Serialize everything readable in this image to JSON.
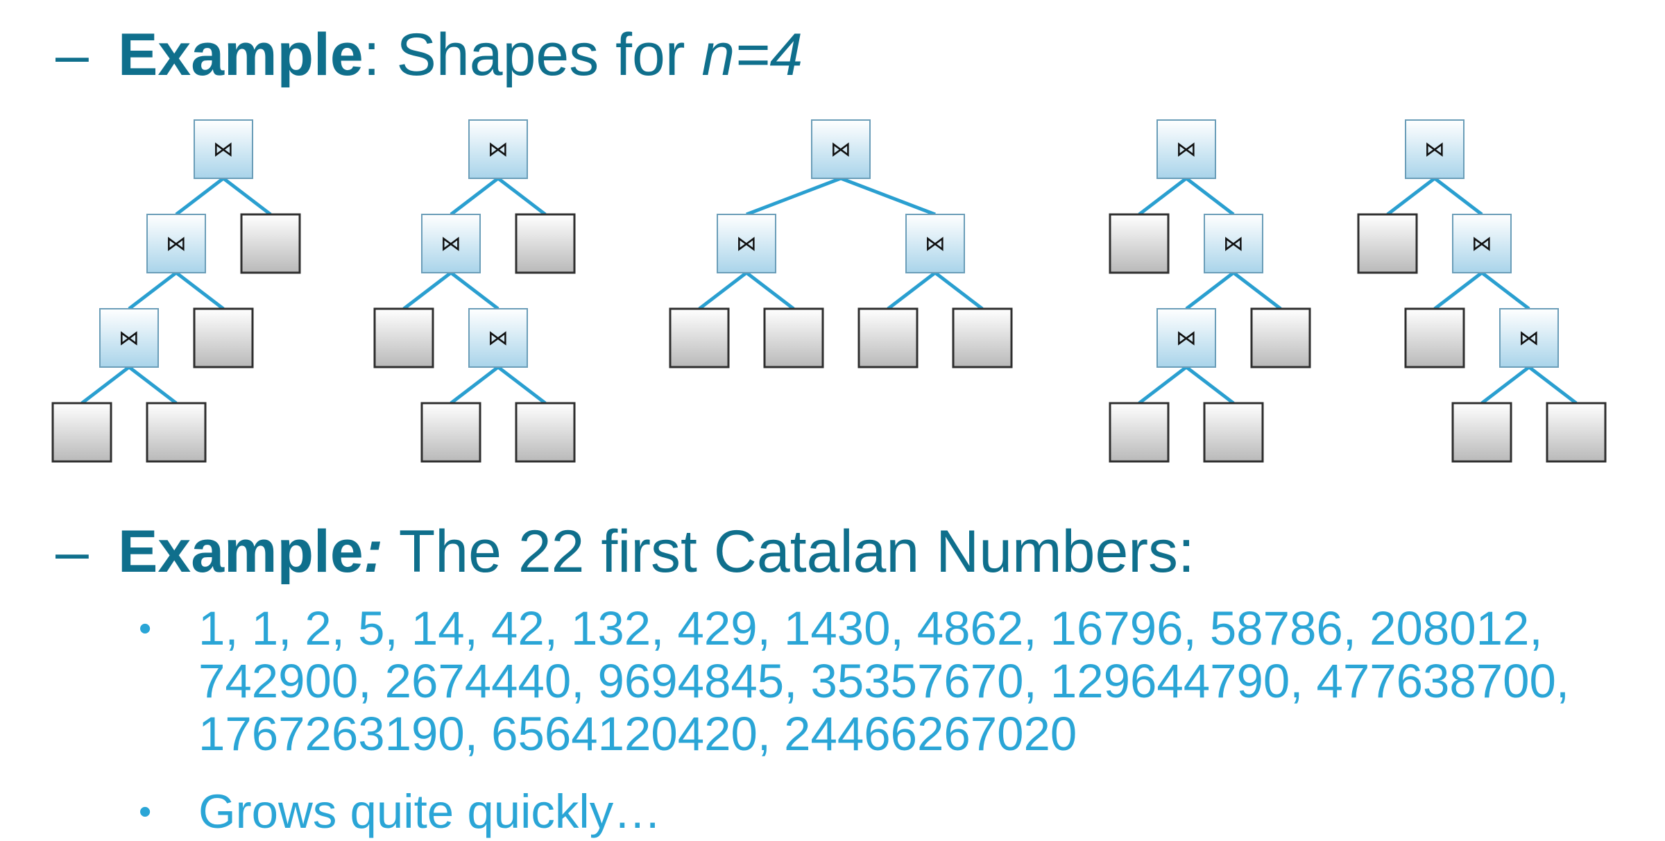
{
  "heading1": {
    "dash": "–",
    "bold": "Example",
    "sep": ": ",
    "text": "Shapes for ",
    "italic": "n=4"
  },
  "heading2": {
    "dash": "–",
    "bold": "Example",
    "sep": ":",
    "text": " The 22 first Catalan Numbers:"
  },
  "bullets": [
    {
      "marker": "•",
      "text": "1, 1, 2, 5, 14, 42, 132, 429, 1430, 4862, 16796, 58786, 208012, 742900, 2674440, 9694845, 35357670, 129644790, 477638700, 1767263190, 6564120420, 24466267020"
    },
    {
      "marker": "•",
      "text": "Grows quite quickly…"
    }
  ],
  "join_symbol": "⋈",
  "colors": {
    "heading": "#0f6f8c",
    "bullet_text": "#2aa5d6",
    "edge": "#2a9fd0",
    "join_fill_top": "#ffffff",
    "join_fill_bottom": "#a9d4ea",
    "leaf_fill_top": "#ffffff",
    "leaf_fill_bottom": "#b9b9b9"
  },
  "trees": [
    {
      "name": "left-deep",
      "shape": [
        "J",
        [
          "J",
          [
            "J",
            "L",
            "L"
          ],
          "L"
        ],
        "L"
      ]
    },
    {
      "name": "left-bushy",
      "shape": [
        "J",
        [
          "J",
          "L",
          [
            "J",
            "L",
            "L"
          ]
        ],
        "L"
      ]
    },
    {
      "name": "balanced",
      "shape": [
        "J",
        [
          "J",
          "L",
          "L"
        ],
        [
          "J",
          "L",
          "L"
        ]
      ]
    },
    {
      "name": "right-bushy",
      "shape": [
        "J",
        "L",
        [
          "J",
          [
            "J",
            "L",
            "L"
          ],
          "L"
        ]
      ]
    },
    {
      "name": "right-deep",
      "shape": [
        "J",
        "L",
        [
          "J",
          "L",
          [
            "J",
            "L",
            "L"
          ]
        ]
      ]
    }
  ]
}
